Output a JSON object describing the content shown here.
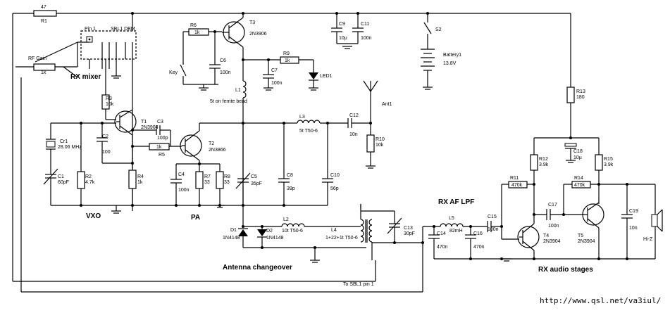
{
  "sections": {
    "rx_mixer": "RX mixer",
    "vxo": "VXO",
    "pa": "PA",
    "antenna_changeover": "Antenna changeover",
    "rx_af_lpf": "RX  AF LPF",
    "rx_audio": "RX audio stages"
  },
  "footer_url": "http://www.qsl.net/va3iul/",
  "labels": {
    "r1_val": "47",
    "r1": "R1",
    "sbl1": "SBL1 DBM",
    "pin1": "Pin 1",
    "rf_gain": "RF Gain",
    "rf_gain_val": "1k",
    "r6": "R6",
    "r6_val": "1k",
    "t3": "T3",
    "t3_type": "2N3906",
    "c6": "C6",
    "c6_val": "100n",
    "key": "Key",
    "c9": "C9",
    "c9_val": "10µ",
    "c11": "C11",
    "c11_val": "100n",
    "s2": "S2",
    "battery": "Battery1",
    "battery_val": "13.8V",
    "r9": "R9",
    "r9_val": "1k",
    "c7": "C7",
    "c7_val": "100n",
    "led": "LED1",
    "l1": "L1",
    "l1_note": "5t on ferrite bead",
    "ant": "Ant1",
    "r3": "R3",
    "r3_val": "10k",
    "t1": "T1",
    "t1_type": "2N3904",
    "c3": "C3",
    "c3_val": "100p",
    "r5": "R5",
    "r5_val": "1k",
    "t2": "T2",
    "t2_type": "2N3866",
    "c2": "C2",
    "c2_val": "100",
    "cr1": "Cr1",
    "cr1_val": "28.06 MHz",
    "c1": "C1",
    "c1_val": "60pF",
    "r2": "R2",
    "r2_val": "4.7k",
    "r4": "R4",
    "r4_val": "1k",
    "c4": "C4",
    "c4_val": "100n",
    "r7": "R7",
    "r7_val": "33",
    "r8": "R8",
    "r8_val": "33",
    "c5": "C5",
    "c5_val": "35pF",
    "l3": "L3",
    "l3_val": "5t  T50-6",
    "c8": "C8",
    "c8_val": "39p",
    "c12": "C12",
    "c12_val": "10n",
    "r10": "R10",
    "r10_val": "10k",
    "c10": "C10",
    "c10_val": "56p",
    "r13": "R13",
    "r13_val": "180",
    "c18": "C18",
    "c18_val": "10µ",
    "r12": "R12",
    "r12_val": "3.9k",
    "r15": "R15",
    "r15_val": "3.9k",
    "r11": "R11",
    "r11_val": "470k",
    "r14": "R14",
    "r14_val": "470k",
    "l5": "L5",
    "l5_val": "82mH",
    "c15": "C15",
    "c15_val": "100n",
    "c14": "C14",
    "c14_val": "470n",
    "c16": "C16",
    "c16_val": "470n",
    "c17": "C17",
    "c17_val": "100n",
    "t4": "T4",
    "t4_type": "2N3904",
    "t5": "T5",
    "t5_type": "2N3904",
    "c19": "C19",
    "c19_val": "10n",
    "hiz": "Hi-Z",
    "d1": "D1",
    "d1_type": "1N4148",
    "d2": "D2",
    "d2_type": "1N4148",
    "l2": "L2",
    "l2_val": "10t  T50-6",
    "l4": "L4",
    "l4_val": "1+22+1t  T50-6",
    "c13": "C13",
    "c13_val": "30pF",
    "to_sbl1": "To SBL1 pin 1"
  }
}
